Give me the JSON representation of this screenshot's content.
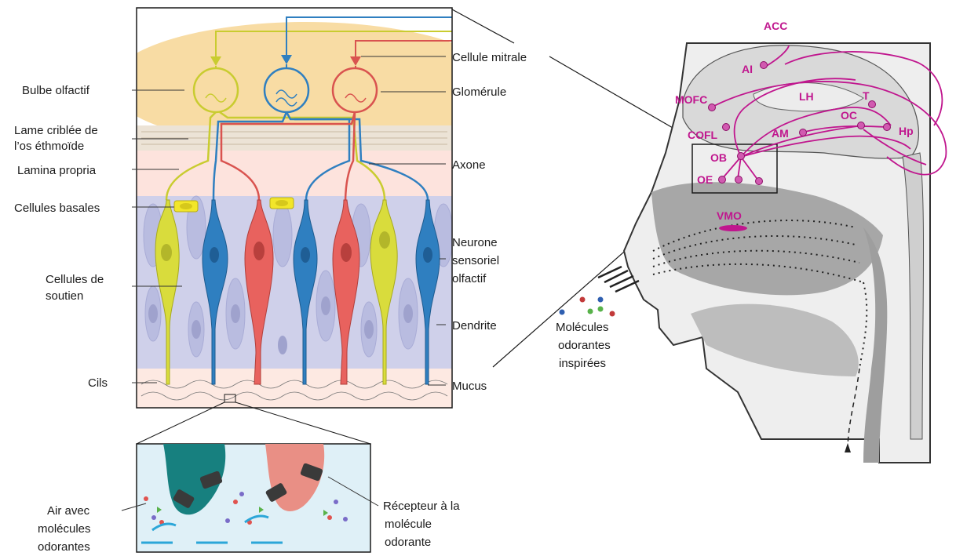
{
  "colors": {
    "bulb": "#f8dca4",
    "yellow_cell": "#d9dc3c",
    "blue_cell": "#2f7fc0",
    "red_cell": "#e8625e",
    "magenta": "#c0168e",
    "epithelium": "#cfd0ea",
    "lamina": "#fde3dd",
    "mucus": "#fde9e2",
    "inset_bg": "#dff0f7",
    "teal_cilium": "#17807f",
    "pink_cilium": "#e98f85"
  },
  "left_labels": {
    "bulbe": "Bulbe olfactif",
    "lame_1": "Lame criblée de",
    "lame_2": "l’os éthmoïde",
    "lamina": "Lamina propria",
    "basales": "Cellules basales",
    "soutien_1": "Cellules de",
    "soutien_2": "soutien",
    "cils": "Cils"
  },
  "right_labels": {
    "mitrale": "Cellule mitrale",
    "glomerule": "Glomérule",
    "axone": "Axone",
    "neurone_1": "Neurone",
    "neurone_2": "sensoriel",
    "neurone_3": "olfactif",
    "dendrite": "Dendrite",
    "mucus": "Mucus"
  },
  "inset_labels": {
    "air_1": "Air avec",
    "air_2": "molécules",
    "air_3": "odorantes",
    "recepteur_1": "Récepteur à la",
    "recepteur_2": "molécule",
    "recepteur_3": "odorante"
  },
  "head_labels": {
    "molecules_1": "Molécules",
    "molecules_2": "odorantes",
    "molecules_3": "inspirées"
  },
  "brain_regions": {
    "acc": "ACC",
    "ai": "AI",
    "mofc": "MOFC",
    "lh": "LH",
    "t": "T",
    "oc": "OC",
    "cofl": "COFL",
    "am": "AM",
    "hp": "Hp",
    "ob": "OB",
    "oe": "OE",
    "vmo": "VMO"
  }
}
